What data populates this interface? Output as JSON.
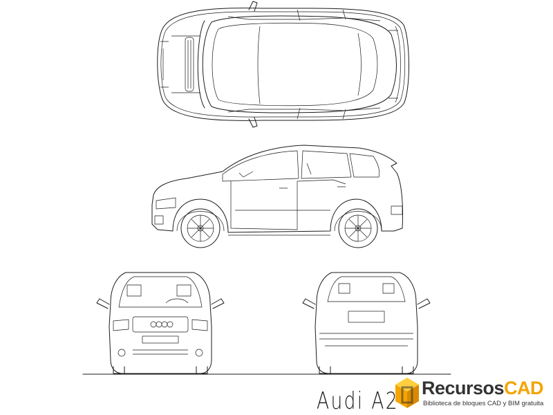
{
  "drawing": {
    "title": "Audi A2",
    "views": [
      "top-view",
      "side-view",
      "front-view",
      "rear-view"
    ]
  },
  "watermark": {
    "brand_part1": "Recursos",
    "brand_part2": "CAD",
    "tagline": "Biblioteca de bloques CAD y BIM gratuita",
    "colors": {
      "accent": "#f5a400",
      "text": "#333333"
    }
  }
}
